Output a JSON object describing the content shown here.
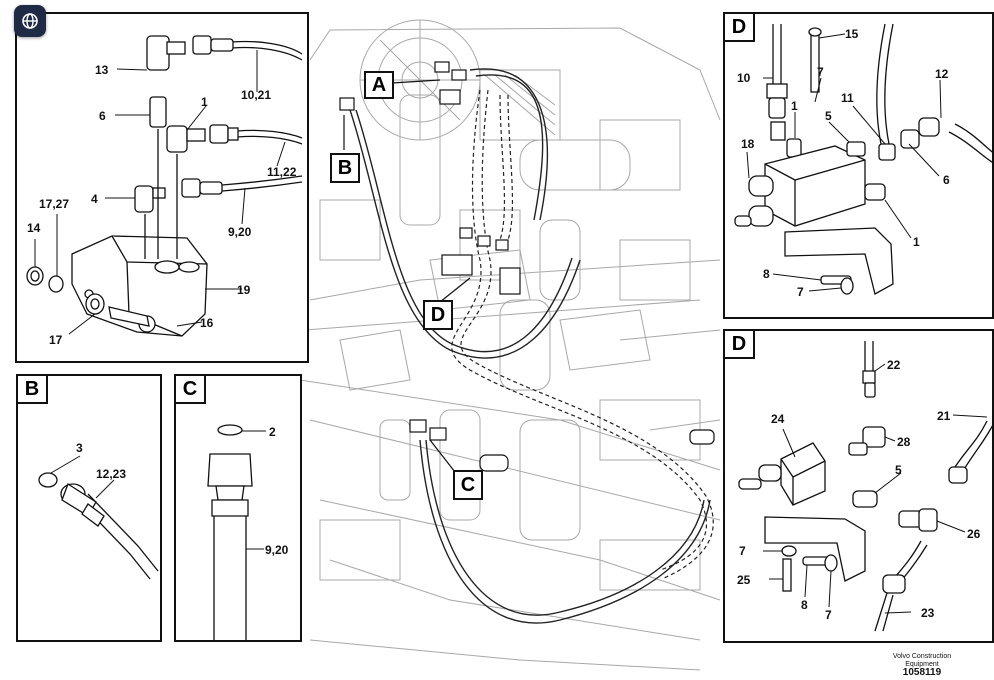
{
  "panels": {
    "top_left": {
      "labels": [
        "13",
        "10,21",
        "6",
        "1",
        "11,22",
        "4",
        "9,20",
        "17,27",
        "14",
        "19",
        "16",
        "17"
      ]
    },
    "b": {
      "tag": "B",
      "labels": [
        "3",
        "12,23"
      ]
    },
    "c": {
      "tag": "C",
      "labels": [
        "2",
        "9,20"
      ]
    },
    "d_top": {
      "tag": "D",
      "labels": [
        "15",
        "10",
        "7",
        "12",
        "1",
        "11",
        "5",
        "18",
        "6",
        "1",
        "8",
        "7"
      ]
    },
    "d_bottom": {
      "tag": "D",
      "labels": [
        "22",
        "21",
        "24",
        "28",
        "5",
        "26",
        "7",
        "25",
        "8",
        "7",
        "23"
      ]
    }
  },
  "main_callouts": {
    "a": "A",
    "b": "B",
    "c": "C",
    "d": "D"
  },
  "credit": {
    "line1": "Volvo Construction",
    "line2": "Equipment",
    "number": "1058119"
  },
  "icons": {
    "app": "app-icon"
  },
  "colors": {
    "line": "#111111",
    "machine_line": "#9a9a9a",
    "background": "#ffffff"
  }
}
